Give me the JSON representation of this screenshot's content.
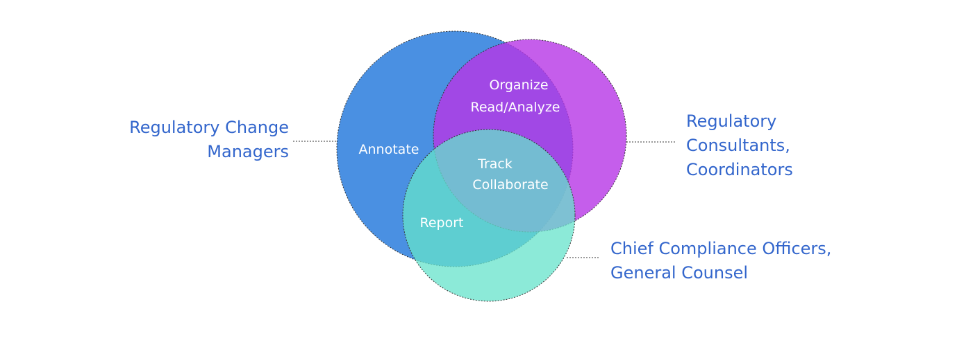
{
  "colors": {
    "blue_circle": "#4a90e2",
    "purple_circle": "#c952ea",
    "teal_circle": "#7de8d2",
    "label_text": "#3366cc",
    "region_text": "#ffffff",
    "outline": "#333333"
  },
  "groups": {
    "left": {
      "line1": "Regulatory Change",
      "line2": "Managers"
    },
    "right": {
      "line1": "Regulatory",
      "line2": "Consultants,",
      "line3": "Coordinators"
    },
    "bottom": {
      "line1": "Chief Compliance Officers,",
      "line2": "General Counsel"
    }
  },
  "regions": {
    "annotate": "Annotate",
    "organize": "Organize",
    "read_analyze": "Read/Analyze",
    "track": "Track",
    "collaborate": "Collaborate",
    "report": "Report"
  }
}
